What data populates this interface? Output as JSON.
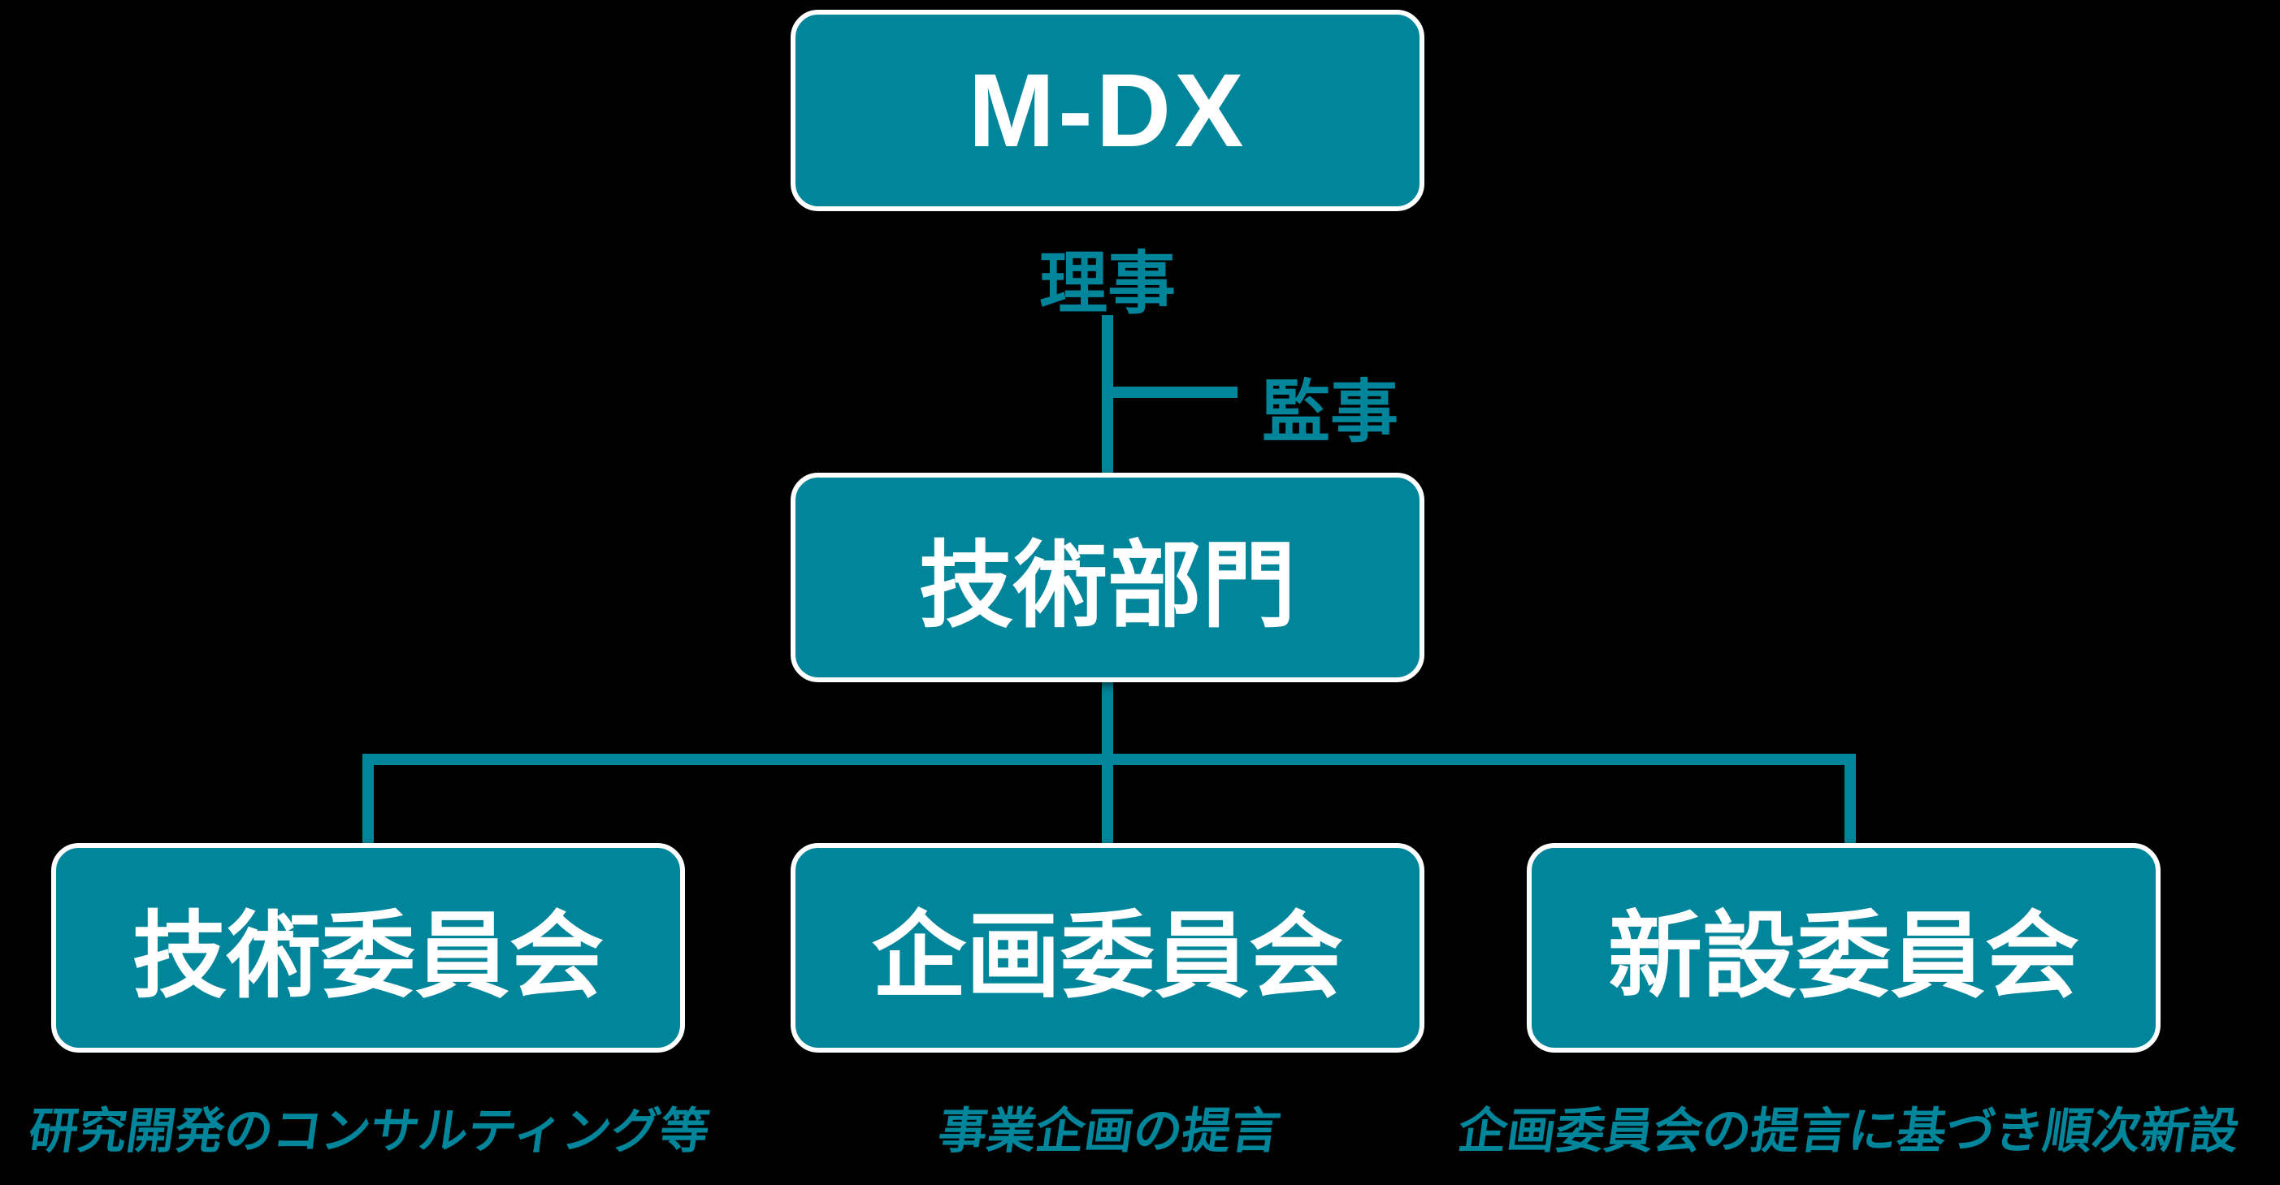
{
  "colors": {
    "teal": "#00859b",
    "background": "#000000",
    "box-border": "#ffffff",
    "box-text": "#ffffff"
  },
  "org_chart": {
    "root": {
      "label": "M-DX"
    },
    "officers": {
      "director_label": "理事",
      "auditor_label": "監事"
    },
    "department": {
      "label": "技術部門"
    },
    "committees": [
      {
        "label": "技術委員会",
        "caption": "研究開発のコンサルティング等"
      },
      {
        "label": "企画委員会",
        "caption": "事業企画の提言"
      },
      {
        "label": "新設委員会",
        "caption": "企画委員会の提言に基づき順次新設"
      }
    ]
  }
}
